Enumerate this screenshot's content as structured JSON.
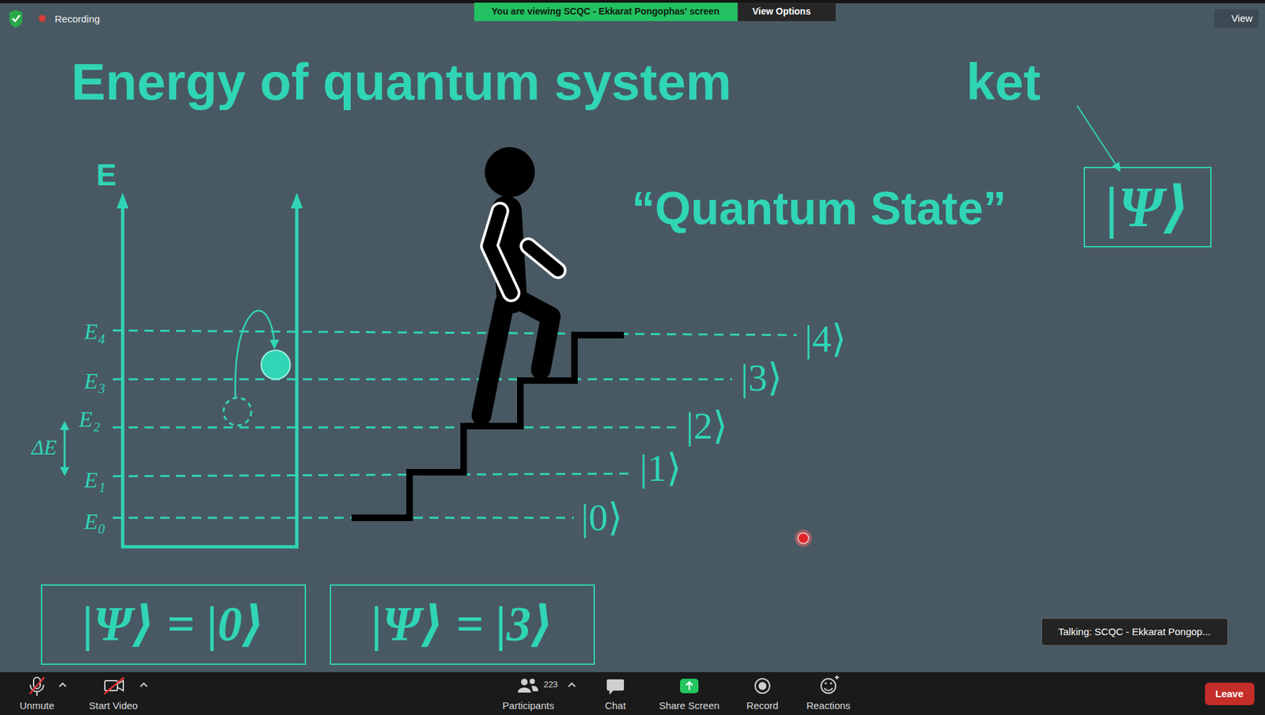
{
  "diagram": {
    "title": "Energy of quantum system",
    "nodes": [
      {
        "text": [
          "|Ψ⟩"
        ]
      },
      {
        "text": [
          "|Ψ⟩ = |0⟩"
        ]
      },
      {
        "text": [
          "|Ψ⟩ = |3⟩"
        ]
      },
      {
        "text": [
          "You are viewing SCQC - Ekkarat Pongophas' screen"
        ]
      },
      {
        "text": [
          "View Options"
        ]
      },
      {
        "text": [
          "Talking: SCQC - Ekkarat Pongop..."
        ]
      },
      {
        "text": [
          "Leave"
        ]
      },
      {
        "text": [
          "View"
        ]
      }
    ],
    "labels": [
      "ket",
      "“Quantum State”",
      "E",
      "E₄",
      "E₃",
      "E₂",
      "ΔE",
      "E₁",
      "E₀",
      "|4⟩",
      "|3⟩",
      "|2⟩",
      "|1⟩",
      "|0⟩",
      "Recording",
      "Unmute",
      "Start Video",
      "223",
      "Participants",
      "Chat",
      "Share Screen",
      "Record",
      "Reactions"
    ]
  }
}
